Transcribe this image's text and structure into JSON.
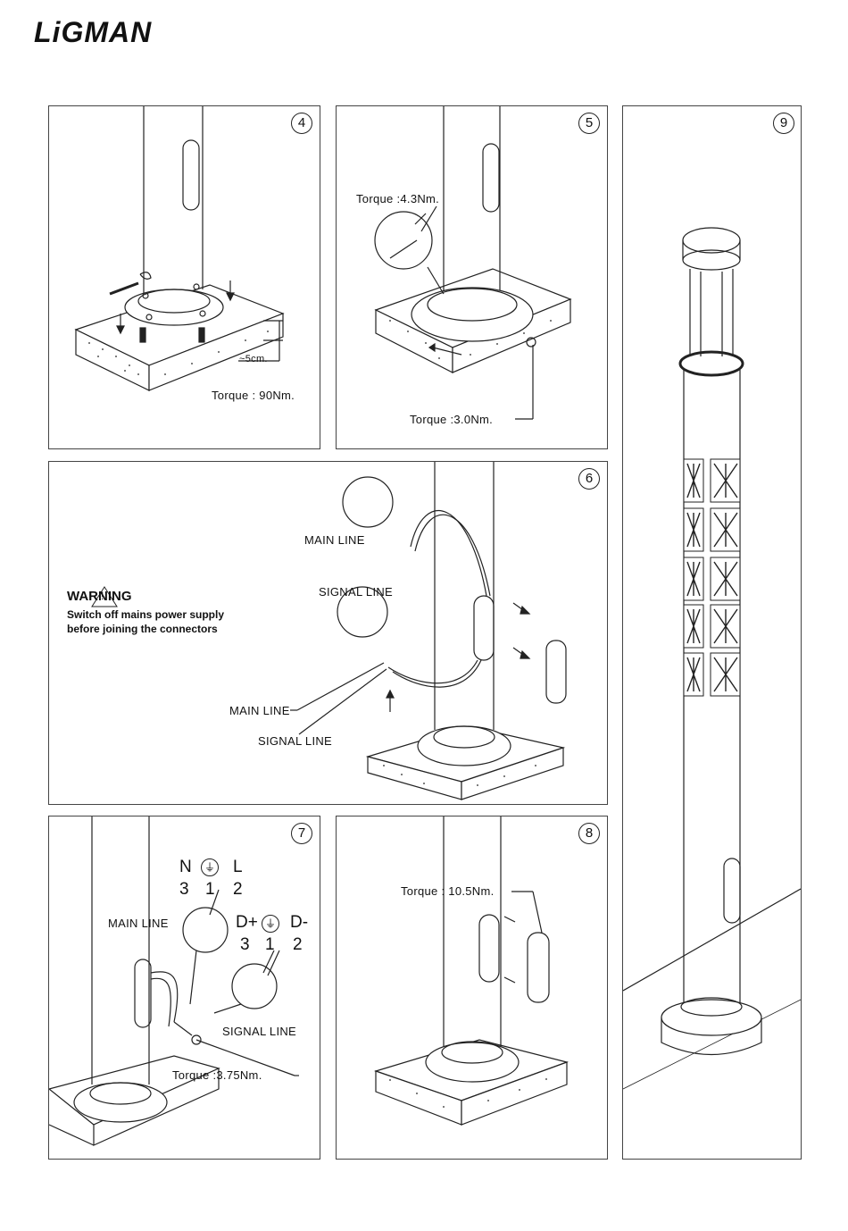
{
  "brand": "LiGMAN",
  "panels": {
    "p4": {
      "number": "4",
      "torque": "Torque : 90Nm.",
      "distance": "~5cm."
    },
    "p5": {
      "number": "5",
      "torque_top": "Torque :4.3Nm.",
      "torque_bottom": "Torque :3.0Nm."
    },
    "p6": {
      "number": "6",
      "main_line_top": "MAIN LINE",
      "signal_line_top": "SIGNAL LINE",
      "main_line_bottom": "MAIN LINE",
      "signal_line_bottom": "SIGNAL LINE",
      "warning_title": "WARNING",
      "warning_text_1": "Switch off mains power supply",
      "warning_text_2": "before joining the connectors"
    },
    "p7": {
      "number": "7",
      "main_labels": [
        "N",
        "L"
      ],
      "main_nums": [
        "3",
        "1",
        "2"
      ],
      "signal_labels": [
        "D+",
        "D-"
      ],
      "signal_nums": [
        "3",
        "1",
        "2"
      ],
      "main_line": "MAIN LINE",
      "signal_line": "SIGNAL LINE",
      "torque": "Torque :3.75Nm."
    },
    "p8": {
      "number": "8",
      "torque": "Torque : 10.5Nm."
    },
    "p9": {
      "number": "9"
    }
  }
}
